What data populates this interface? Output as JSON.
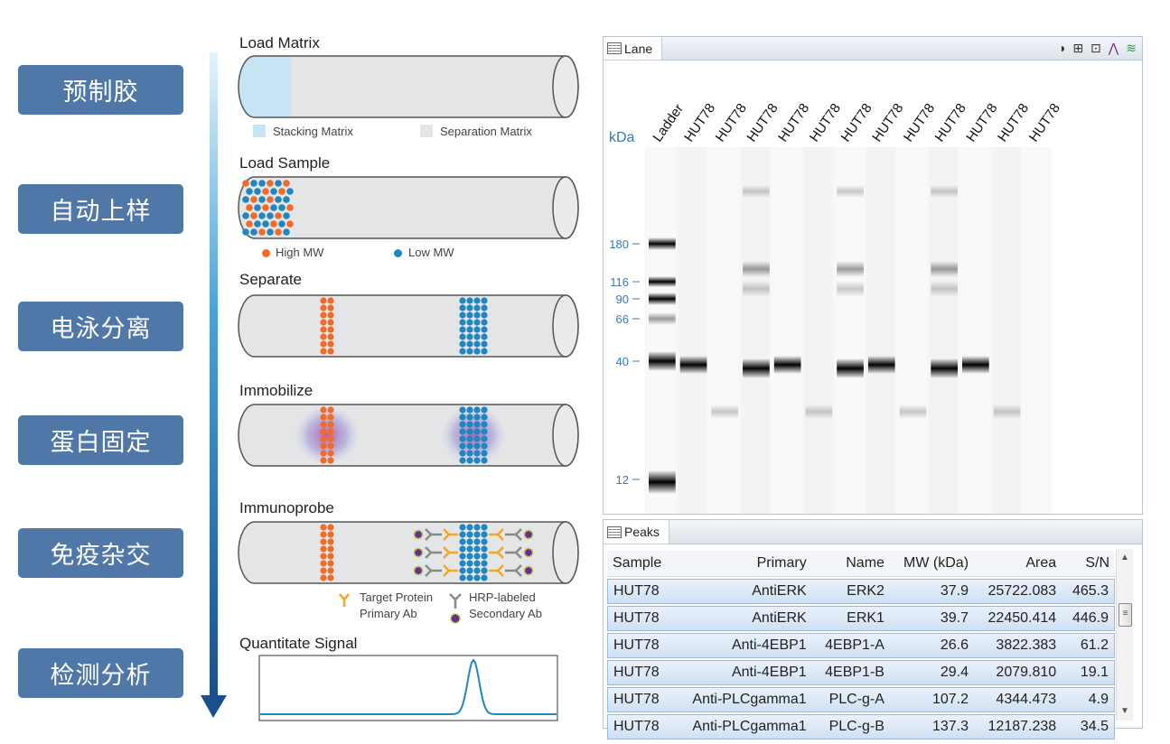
{
  "steps": [
    "预制胶",
    "自动上样",
    "电泳分离",
    "蛋白固定",
    "免疫杂交",
    "检测分析"
  ],
  "stages": {
    "load_matrix": {
      "title": "Load Matrix",
      "legend": [
        "Stacking Matrix",
        "Separation Matrix"
      ]
    },
    "load_sample": {
      "title": "Load Sample",
      "legend": [
        "High MW",
        "Low MW"
      ]
    },
    "separate": {
      "title": "Separate"
    },
    "immobilize": {
      "title": "Immobilize"
    },
    "immunoprobe": {
      "title": "Immunoprobe",
      "legend": [
        "Target Protein",
        "Primary Ab",
        "HRP-labeled",
        "Secondary Ab"
      ]
    },
    "quantitate": {
      "title": "Quantitate Signal"
    }
  },
  "colors": {
    "step_box": "#4f78a8",
    "high_mw": "#f26a2a",
    "low_mw": "#1f86c1",
    "stacking": "#c6e4f4",
    "separation": "#e4e5e7",
    "axis_blue": "#3a78b8",
    "signal_line": "#1f86c1",
    "primary_ab": "#f5a623",
    "secondary_ab": "#8a8a8a",
    "hrp": "#6a2c91"
  },
  "lane_panel": {
    "tab_label": "Lane",
    "toolbar_icons": [
      "pie-chart-icon",
      "layout-icon",
      "export-icon",
      "peak-icon",
      "lines-icon"
    ],
    "unit_label": "kDa",
    "lane_labels": [
      "Ladder",
      "HUT78",
      "HUT78",
      "HUT78",
      "HUT78",
      "HUT78",
      "HUT78",
      "HUT78",
      "HUT78",
      "HUT78",
      "HUT78",
      "HUT78",
      "HUT78"
    ],
    "ladder_ticks": [
      "180",
      "116",
      "90",
      "66",
      "40",
      "12"
    ]
  },
  "peaks_panel": {
    "tab_label": "Peaks",
    "columns": [
      "Sample",
      "Primary",
      "Name",
      "MW (kDa)",
      "Area",
      "S/N"
    ],
    "rows": [
      [
        "HUT78",
        "AntiERK",
        "ERK2",
        "37.9",
        "25722.083",
        "465.3"
      ],
      [
        "HUT78",
        "AntiERK",
        "ERK1",
        "39.7",
        "22450.414",
        "446.9"
      ],
      [
        "HUT78",
        "Anti-4EBP1",
        "4EBP1-A",
        "26.6",
        "3822.383",
        "61.2"
      ],
      [
        "HUT78",
        "Anti-4EBP1",
        "4EBP1-B",
        "29.4",
        "2079.810",
        "19.1"
      ],
      [
        "HUT78",
        "Anti-PLCgamma1",
        "PLC-g-A",
        "107.2",
        "4344.473",
        "4.9"
      ],
      [
        "HUT78",
        "Anti-PLCgamma1",
        "PLC-g-B",
        "137.3",
        "12187.238",
        "34.5"
      ]
    ]
  }
}
